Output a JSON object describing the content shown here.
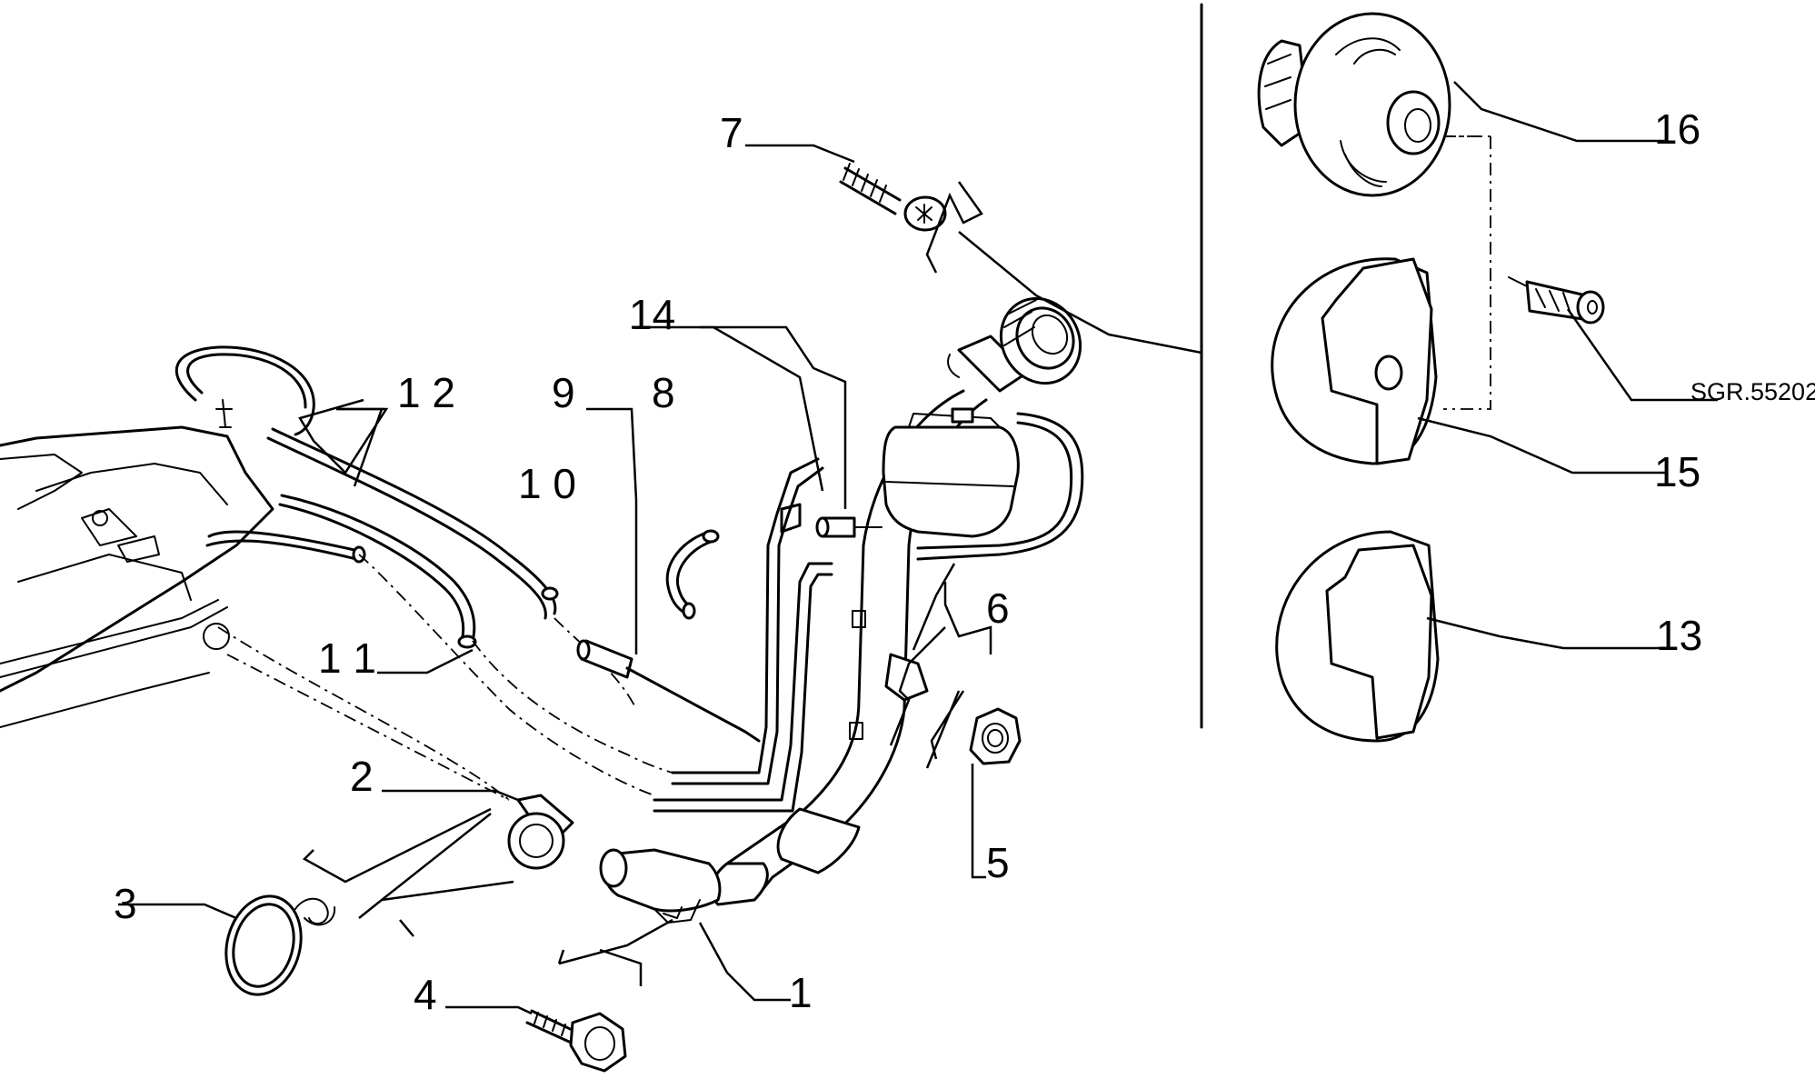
{
  "diagram": {
    "reference_code": "SGR.55202",
    "callouts": [
      {
        "id": "c1",
        "label": "1"
      },
      {
        "id": "c2",
        "label": "2"
      },
      {
        "id": "c3",
        "label": "3"
      },
      {
        "id": "c4",
        "label": "4"
      },
      {
        "id": "c5",
        "label": "5"
      },
      {
        "id": "c6",
        "label": "6"
      },
      {
        "id": "c7",
        "label": "7"
      },
      {
        "id": "c8",
        "label": "8"
      },
      {
        "id": "c9",
        "label": "9"
      },
      {
        "id": "c10",
        "label": "1 0"
      },
      {
        "id": "c11",
        "label": "1 1"
      },
      {
        "id": "c12",
        "label": "1 2"
      },
      {
        "id": "c13",
        "label": "13"
      },
      {
        "id": "c14",
        "label": "14"
      },
      {
        "id": "c15",
        "label": "15"
      },
      {
        "id": "c16",
        "label": "16"
      }
    ]
  }
}
